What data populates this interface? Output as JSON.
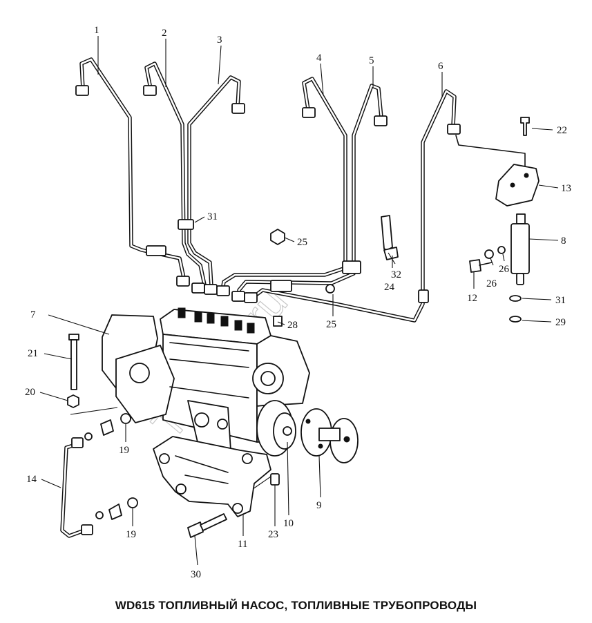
{
  "caption": "WD615 ТОПЛИВНЫЙ НАСОС, ТОПЛИВНЫЕ ТРУБОПРОВОДЫ",
  "watermark": "Tacom.ru",
  "part_labels": [
    "1",
    "2",
    "3",
    "4",
    "5",
    "6",
    "22",
    "13",
    "8",
    "31",
    "25",
    "32",
    "24",
    "12",
    "26",
    "26",
    "31",
    "29",
    "7",
    "28",
    "25",
    "21",
    "20",
    "19",
    "14",
    "19",
    "10",
    "9",
    "23",
    "11",
    "30"
  ]
}
